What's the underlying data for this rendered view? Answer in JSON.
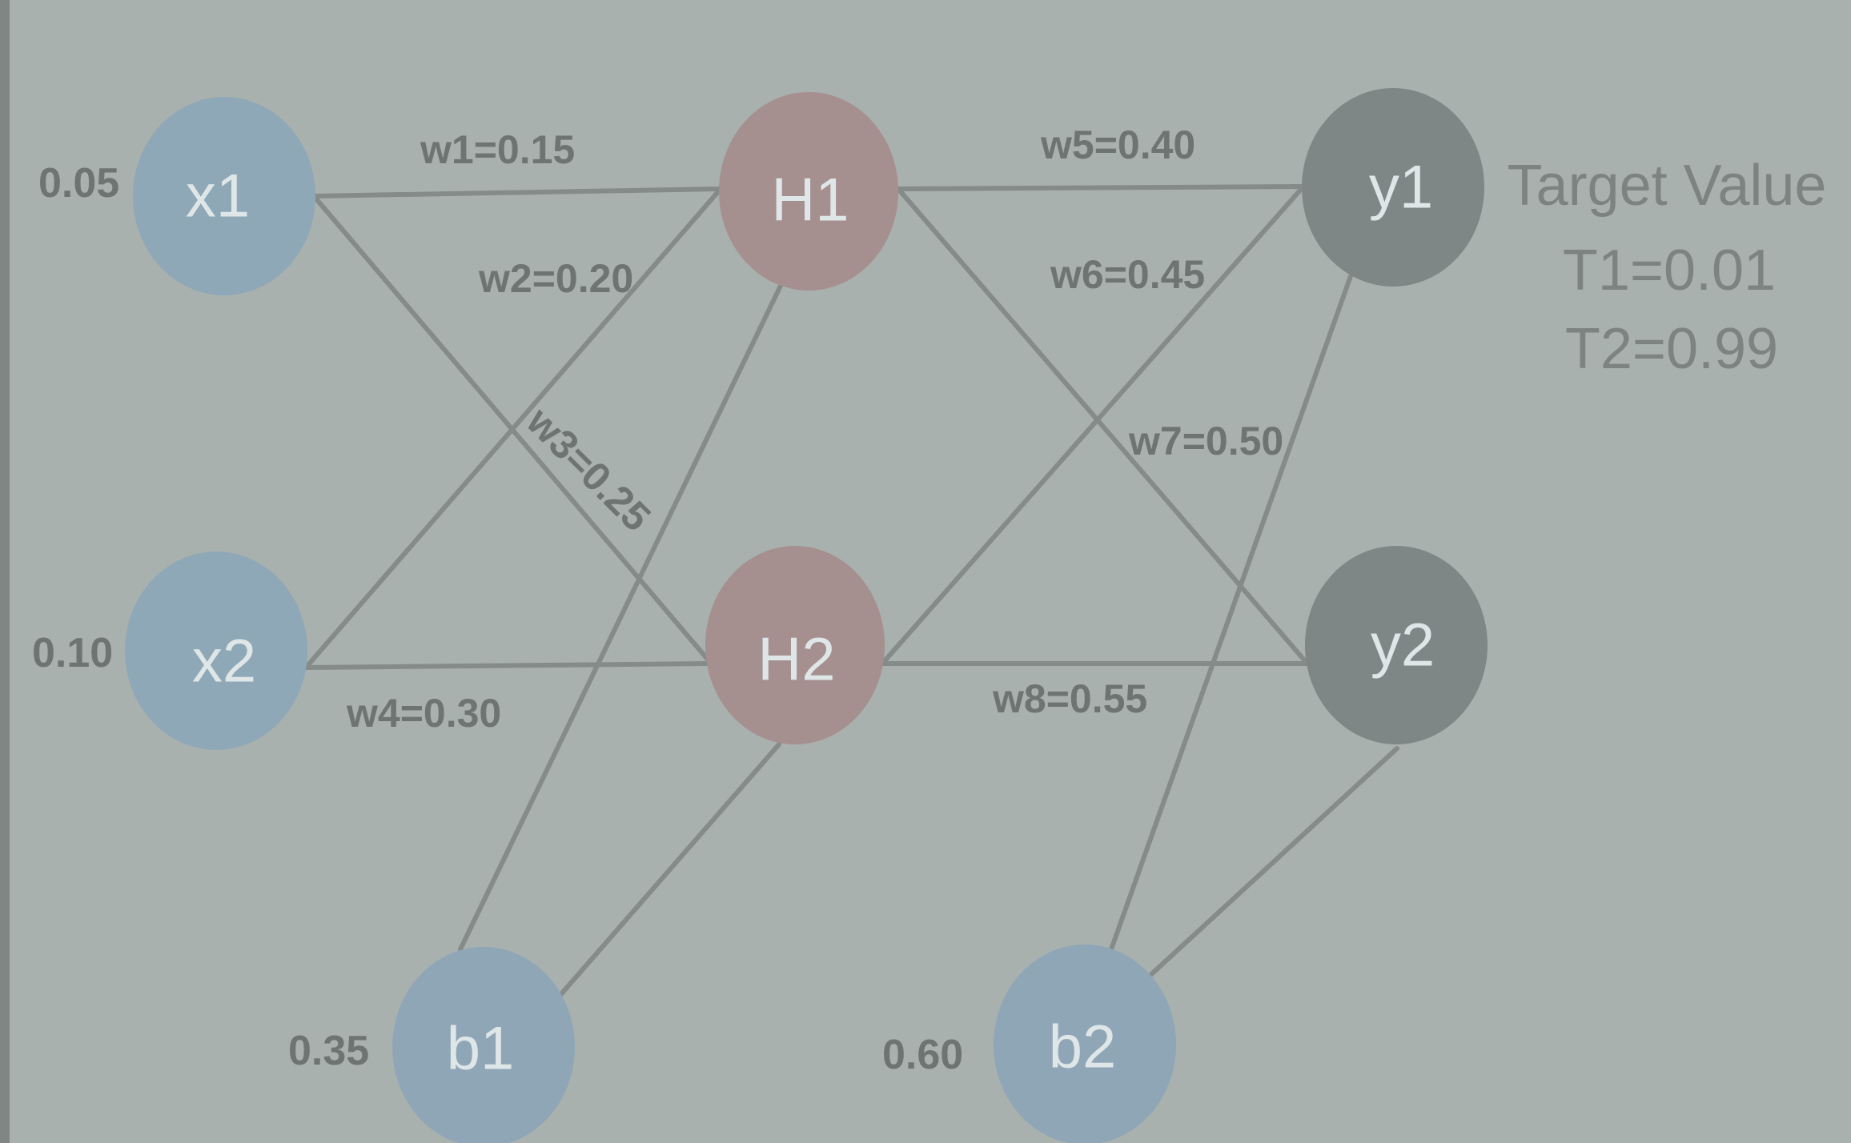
{
  "colors": {
    "background": "#a9b1ae",
    "input_node": "#8fa8b7",
    "hidden_node": "#a58f8f",
    "output_node": "#7f8786",
    "bias_node": "#8fa6b7",
    "edge": "#848b89"
  },
  "nodes": {
    "x1": "x1",
    "x2": "x2",
    "h1": "H1",
    "h2": "H2",
    "y1": "y1",
    "y2": "y2",
    "b1": "b1",
    "b2": "b2"
  },
  "values": {
    "x1": "0.05",
    "x2": "0.10",
    "b1": "0.35",
    "b2": "0.60"
  },
  "weights": {
    "w1": "w1=0.15",
    "w2": "w2=0.20",
    "w3": "w3=0.25",
    "w4": "w4=0.30",
    "w5": "w5=0.40",
    "w6": "w6=0.45",
    "w7": "w7=0.50",
    "w8": "w8=0.55"
  },
  "target": {
    "title": "Target Value",
    "t1": "T1=0.01",
    "t2": "T2=0.99"
  }
}
